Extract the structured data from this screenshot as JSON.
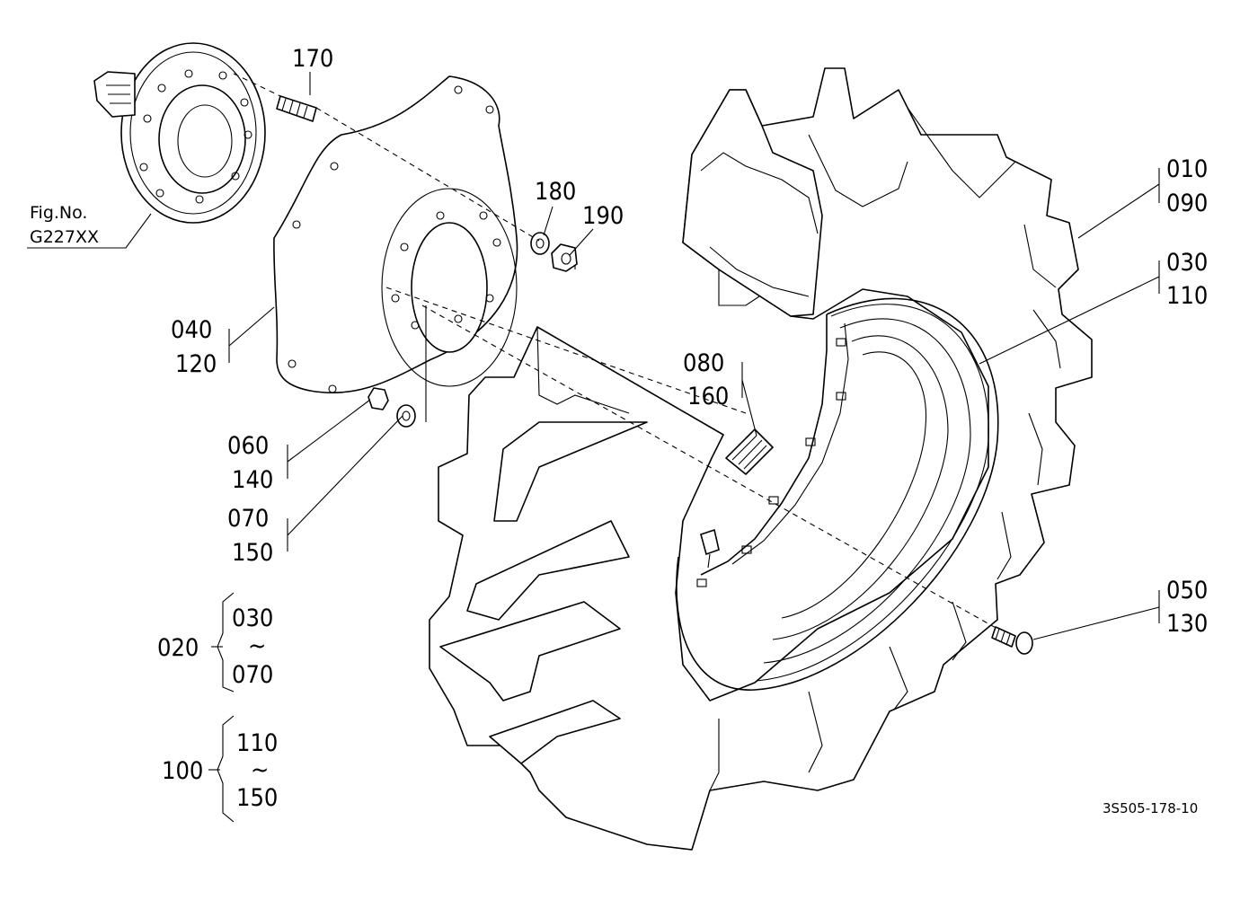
{
  "callouts": {
    "c170": "170",
    "c180": "180",
    "c190": "190",
    "c010": "010",
    "c090": "090",
    "c030": "030",
    "c110": "110",
    "c040": "040",
    "c120": "120",
    "c080": "080",
    "c160": "160",
    "c060": "060",
    "c140": "140",
    "c070": "070",
    "c150": "150",
    "c050": "050",
    "c130": "130"
  },
  "figure_reference": {
    "line1": "Fig.No.",
    "line2": "G227XX"
  },
  "groups": [
    {
      "id": "020",
      "from": "030",
      "tilde": "~",
      "to": "070"
    },
    {
      "id": "100",
      "from": "110",
      "tilde": "~",
      "to": "150"
    }
  ],
  "drawing_code": "3S505-178-10"
}
